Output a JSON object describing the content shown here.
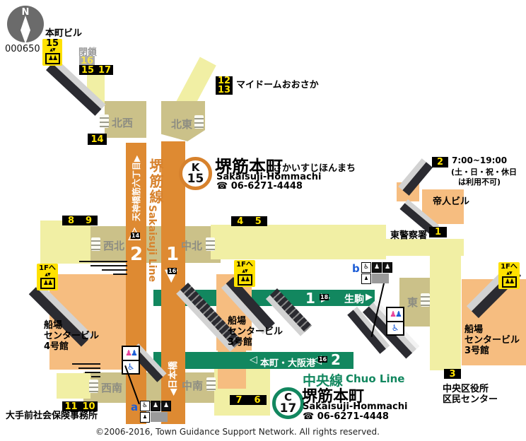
{
  "header": {
    "compass_n": "N",
    "map_code": "000650"
  },
  "sakaisuji": {
    "badge_letter": "K",
    "badge_number": "15",
    "title": "堺筋本町",
    "kana": "さかいすじほんまち",
    "en": "Sakaisuji-Hommachi",
    "phone": "☎ 06-6271-4448",
    "line_ja": "堺筋線",
    "line_en": "Sakaisuji Line",
    "p2_num": "2",
    "p2_dir": "天神橋筋六丁目▶",
    "p2_door": "14",
    "p2_arrow": "△",
    "p1_num": "1",
    "p1_dir": "◀日本橋",
    "p1_door": "16",
    "p1_arrow": "▼"
  },
  "chuo": {
    "badge_letter": "C",
    "badge_number": "17",
    "title": "堺筋本町",
    "en": "Sakaisuji-Hommachi",
    "phone": "☎ 06-6271-4448",
    "line_ja": "中央線",
    "line_en": "Chuo Line",
    "p1_num": "1",
    "p1_door": "18",
    "p1_flag": "▶",
    "p1_dir": "生駒",
    "p1_arrow": "▶",
    "p2_tri": "◁",
    "p2_dir": "本町・大阪港",
    "p2_tri2": "◁",
    "p2_door": "16",
    "p2_num": "2"
  },
  "gates": {
    "nw": "北西",
    "ne": "北東",
    "wn": "西北",
    "cn": "中北",
    "ws": "西南",
    "cs": "中南",
    "e": "東"
  },
  "exits": {
    "e15": "15",
    "e17": "17",
    "e16": "16",
    "e14": "14",
    "e12": "12",
    "e13": "13",
    "e8": "8",
    "e9": "9",
    "e4": "4",
    "e5": "5",
    "e2": "2",
    "e1": "1",
    "e3": "3",
    "e7": "7",
    "e6": "6",
    "e11": "11",
    "e10": "10",
    "ev15": "15"
  },
  "labels": {
    "hommachi_bldg": "本町ビル",
    "closed": "閉鎖",
    "mydome": "マイドームおおさか",
    "teijin": "帝人ビル",
    "police": "東警察署",
    "hours1": "7:00~19:00",
    "hours2": "(土・日・祝・休日",
    "hours3": "は利用不可)",
    "semba_l1": "船場",
    "semba_l2": "センタービル",
    "semba4_l3": "4号館",
    "semba3_l3": "3号館",
    "shakai": "大手前社会保険事務所",
    "ward1": "中央区役所",
    "ward2": "区民センター",
    "to_1f": "1Fへ",
    "marker_a": "a",
    "marker_b": "b",
    "elevator_figures": "♟♟",
    "elevator_arrows": "▲▼",
    "wheelchair": "♿",
    "male_female": "♟♟",
    "copyright": "©2006-2016, Town Guidance Support Network. All rights reserved."
  },
  "colors": {
    "sakaisuji_orange": "#DE8A32",
    "chuo_green": "#12875F",
    "building_orange": "#F6BD80",
    "path_yellow": "#F1EFA4",
    "gate_khaki": "#CBC189",
    "exit_yellow": "#FFE300",
    "elevator_yellow": "#FFE100"
  }
}
